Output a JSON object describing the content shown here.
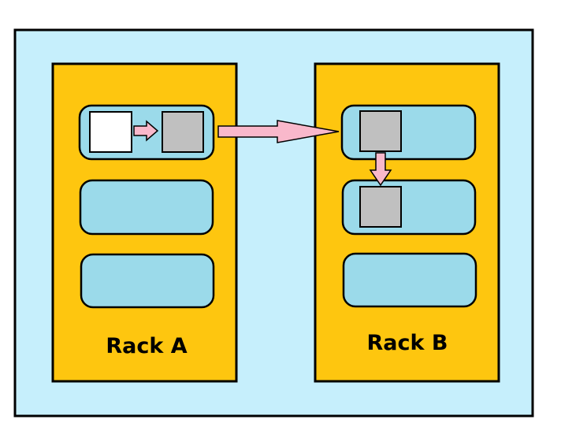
{
  "diagram": {
    "racks": [
      {
        "label": "Rack A",
        "nodes": [
          {
            "blocks": [
              "new",
              "replica"
            ]
          },
          {
            "blocks": []
          },
          {
            "blocks": []
          }
        ]
      },
      {
        "label": "Rack B",
        "nodes": [
          {
            "blocks": [
              "replica"
            ]
          },
          {
            "blocks": [
              "replica"
            ]
          },
          {
            "blocks": []
          }
        ]
      }
    ],
    "colors": {
      "background": "#c6effc",
      "rack_fill": "#fec60f",
      "node_fill": "#9bdaea",
      "block_original": "#ffffff",
      "block_replica": "#c0c0c0",
      "arrow_fill": "#f9b8cb",
      "stroke": "#000000"
    }
  }
}
